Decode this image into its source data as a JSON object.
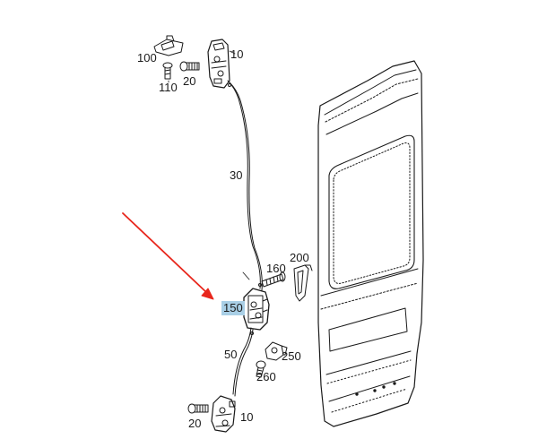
{
  "diagram": {
    "callouts": {
      "c100": "100",
      "c10_top": "10",
      "c110": "110",
      "c20_top": "20",
      "c30": "30",
      "c200": "200",
      "c160": "160",
      "c150": "150",
      "c50": "50",
      "c250": "250",
      "c260": "260",
      "c20_bottom": "20",
      "c10_bottom": "10"
    },
    "highlighted_callout": "150",
    "colors": {
      "line": "#1a1a1a",
      "highlight": "#a9cfe6",
      "arrow": "#e8261c"
    }
  }
}
